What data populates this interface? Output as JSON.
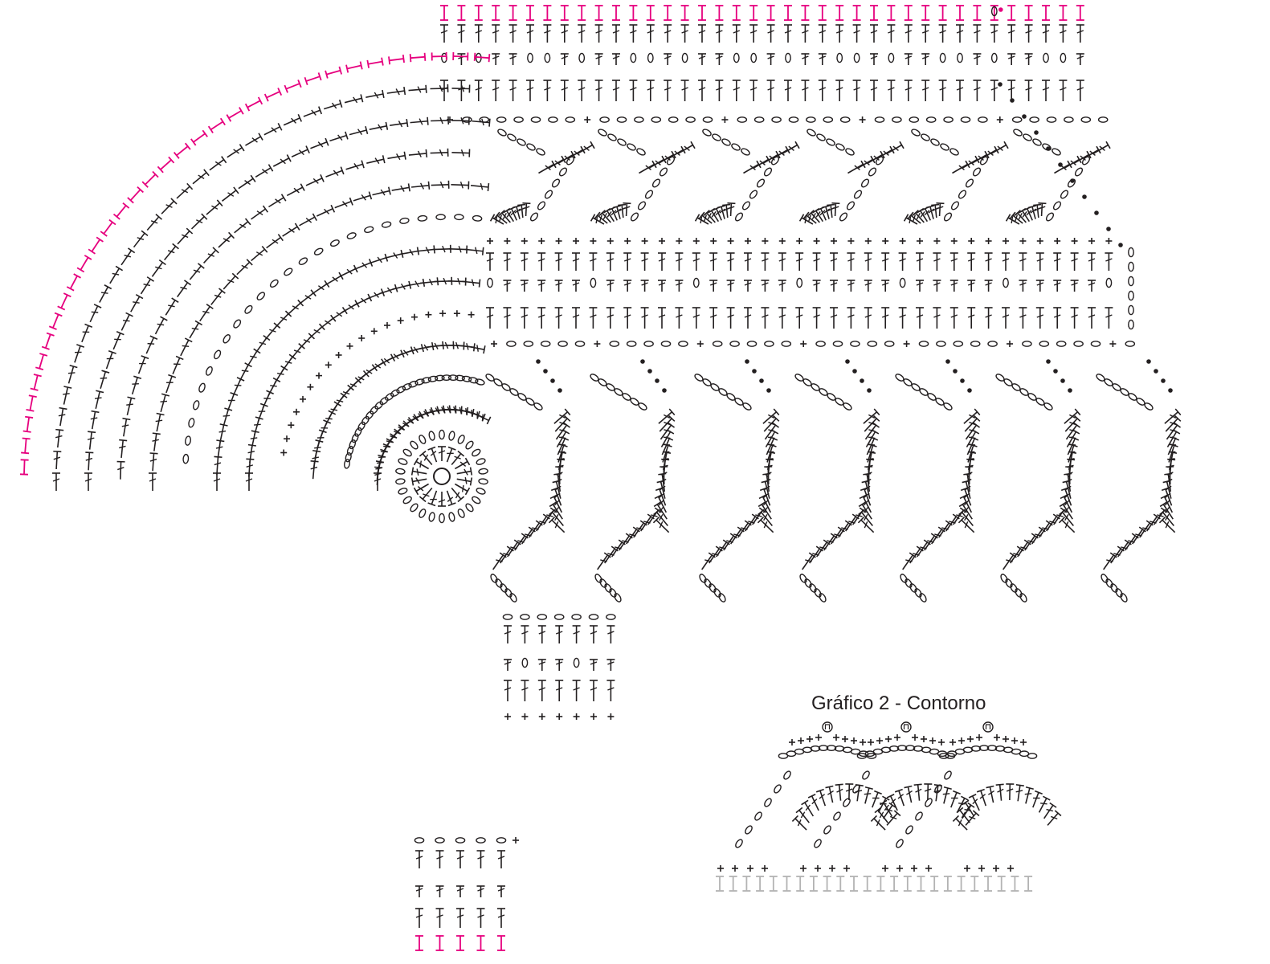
{
  "chart1": {
    "name": "main-crochet-chart"
  },
  "chart2": {
    "title": "Gráfico 2 - Contorno"
  },
  "colors": {
    "ink": "#231f20",
    "accent": "#e6007e",
    "base_row": "#b3b3b3"
  },
  "symbols": {
    "chain": "chain-stitch-oval",
    "slip": "slip-stitch-dot",
    "single": "single-crochet-plus",
    "double": "double-crochet-t",
    "picot": "picot-loop"
  }
}
